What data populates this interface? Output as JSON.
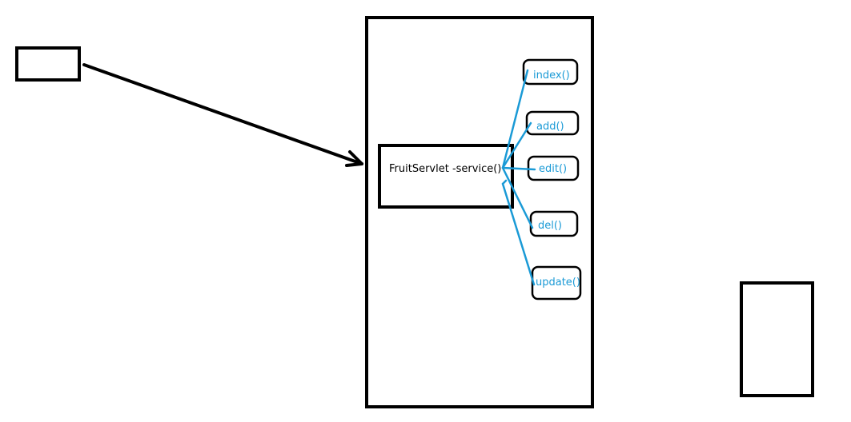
{
  "servlet": {
    "label": "FruitServlet  -service()"
  },
  "methods": [
    {
      "label": "index()"
    },
    {
      "label": "add()"
    },
    {
      "label": "edit()"
    },
    {
      "label": "del()"
    },
    {
      "label": "update()"
    }
  ],
  "colors": {
    "stroke": "#000000",
    "accent": "#1a9ad6",
    "background": "#ffffff"
  }
}
